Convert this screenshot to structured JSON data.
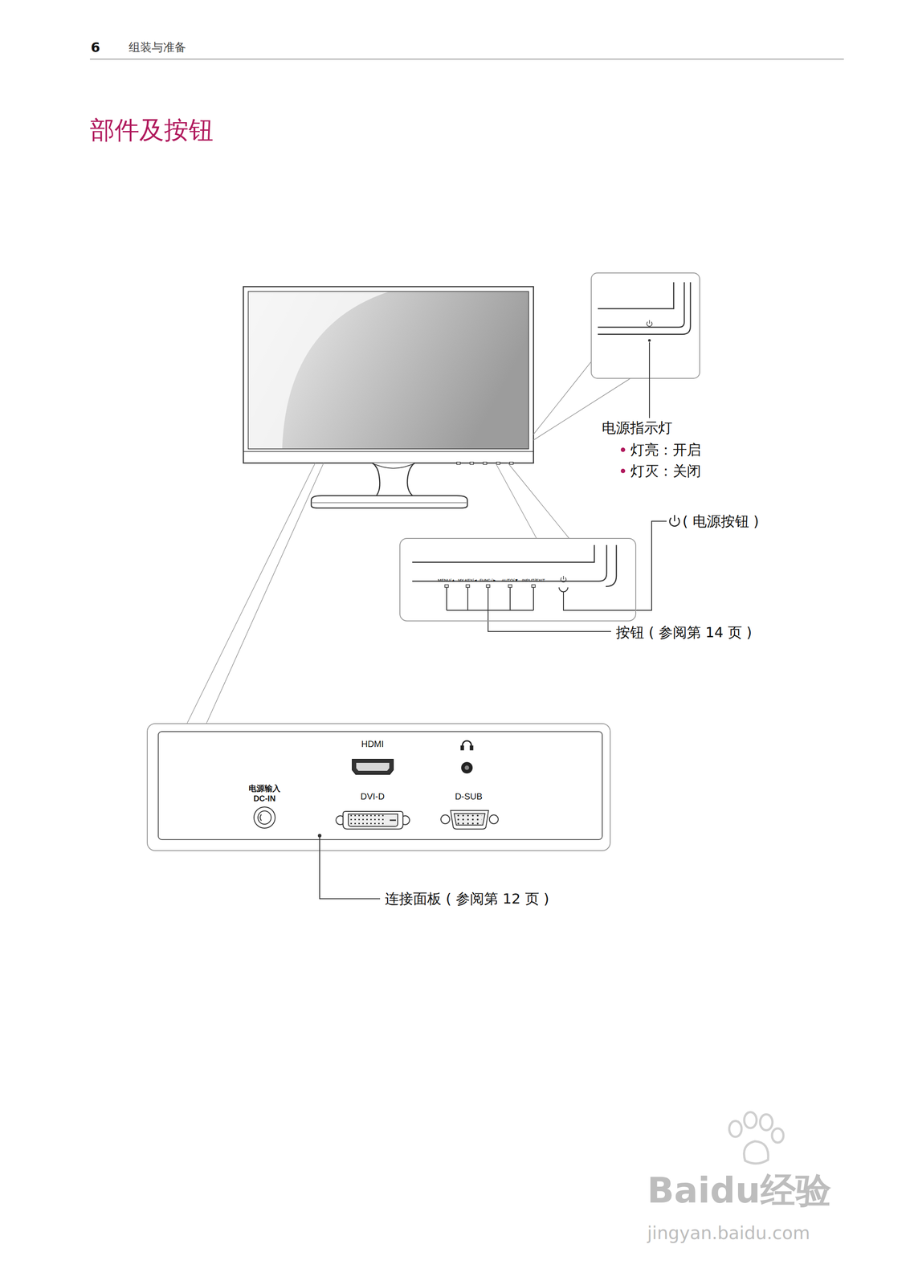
{
  "diagram": {
    "title": "部件及按钮",
    "nodes": [
      {
        "text": [
          "MENU/▲",
          "MY KEY/◄",
          "FUNC./►",
          "AUTO/▼",
          "INPUT/EXIT"
        ]
      },
      {
        "text": [
          "HDMI",
          "电源输入",
          "DC-IN",
          "DVI-D",
          "D-SUB"
        ]
      }
    ],
    "labels": [
      "6",
      "组装与准备",
      "电源指示灯",
      "灯亮：开启",
      "灯灭：关闭",
      "( 电源按钮 )",
      "按钮 ( 参阅第 14 页 )",
      "连接面板 ( 参阅第 12 页 )",
      "Baidu经验",
      "jingyan.baidu.com"
    ]
  }
}
